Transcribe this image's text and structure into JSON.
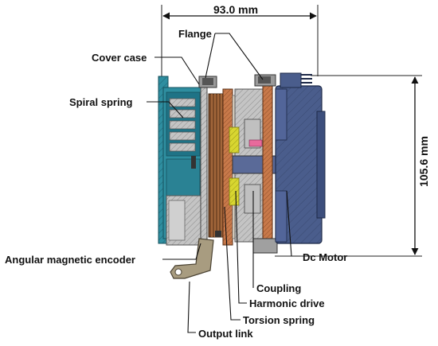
{
  "dimensions": {
    "width": "93.0 mm",
    "height": "105.6 mm"
  },
  "labels": {
    "flange": "Flange",
    "cover_case": "Cover case",
    "spiral_spring": "Spiral spring",
    "angular_magnetic_encoder": "Angular magnetic encoder",
    "dc_motor": "Dc Motor",
    "coupling": "Coupling",
    "harmonic_drive": "Harmonic drive",
    "torsion_spring": "Torsion spring",
    "output_link": "Output link"
  },
  "colors": {
    "housing_teal": "#2e8ea0",
    "motor_blue": "#4a5d8c",
    "copper": "#c8794a",
    "harmonic_yellow": "#d8d630",
    "gray_part": "#b4b4b4",
    "link_tan": "#a89c80"
  }
}
